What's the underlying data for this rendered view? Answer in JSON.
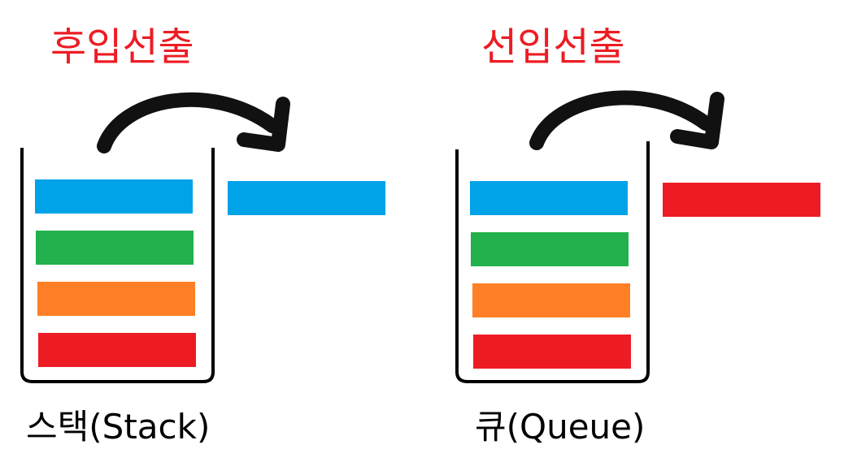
{
  "colors": {
    "blue": "#00a2e8",
    "green": "#22b14c",
    "orange": "#ff7f27",
    "red": "#ed1c24",
    "title_red": "#ed1c24",
    "outline": "#000000"
  },
  "icons": {
    "arrow": "curved-arrow-icon"
  },
  "stack": {
    "title": "후입선출",
    "caption": "스택(Stack)",
    "items": [
      {
        "color": "#00a2e8"
      },
      {
        "color": "#22b14c"
      },
      {
        "color": "#ff7f27"
      },
      {
        "color": "#ed1c24"
      }
    ],
    "removed": {
      "color": "#00a2e8"
    }
  },
  "queue": {
    "title": "선입선출",
    "caption": "큐(Queue)",
    "items": [
      {
        "color": "#00a2e8"
      },
      {
        "color": "#22b14c"
      },
      {
        "color": "#ff7f27"
      },
      {
        "color": "#ed1c24"
      }
    ],
    "removed": {
      "color": "#ed1c24"
    }
  }
}
